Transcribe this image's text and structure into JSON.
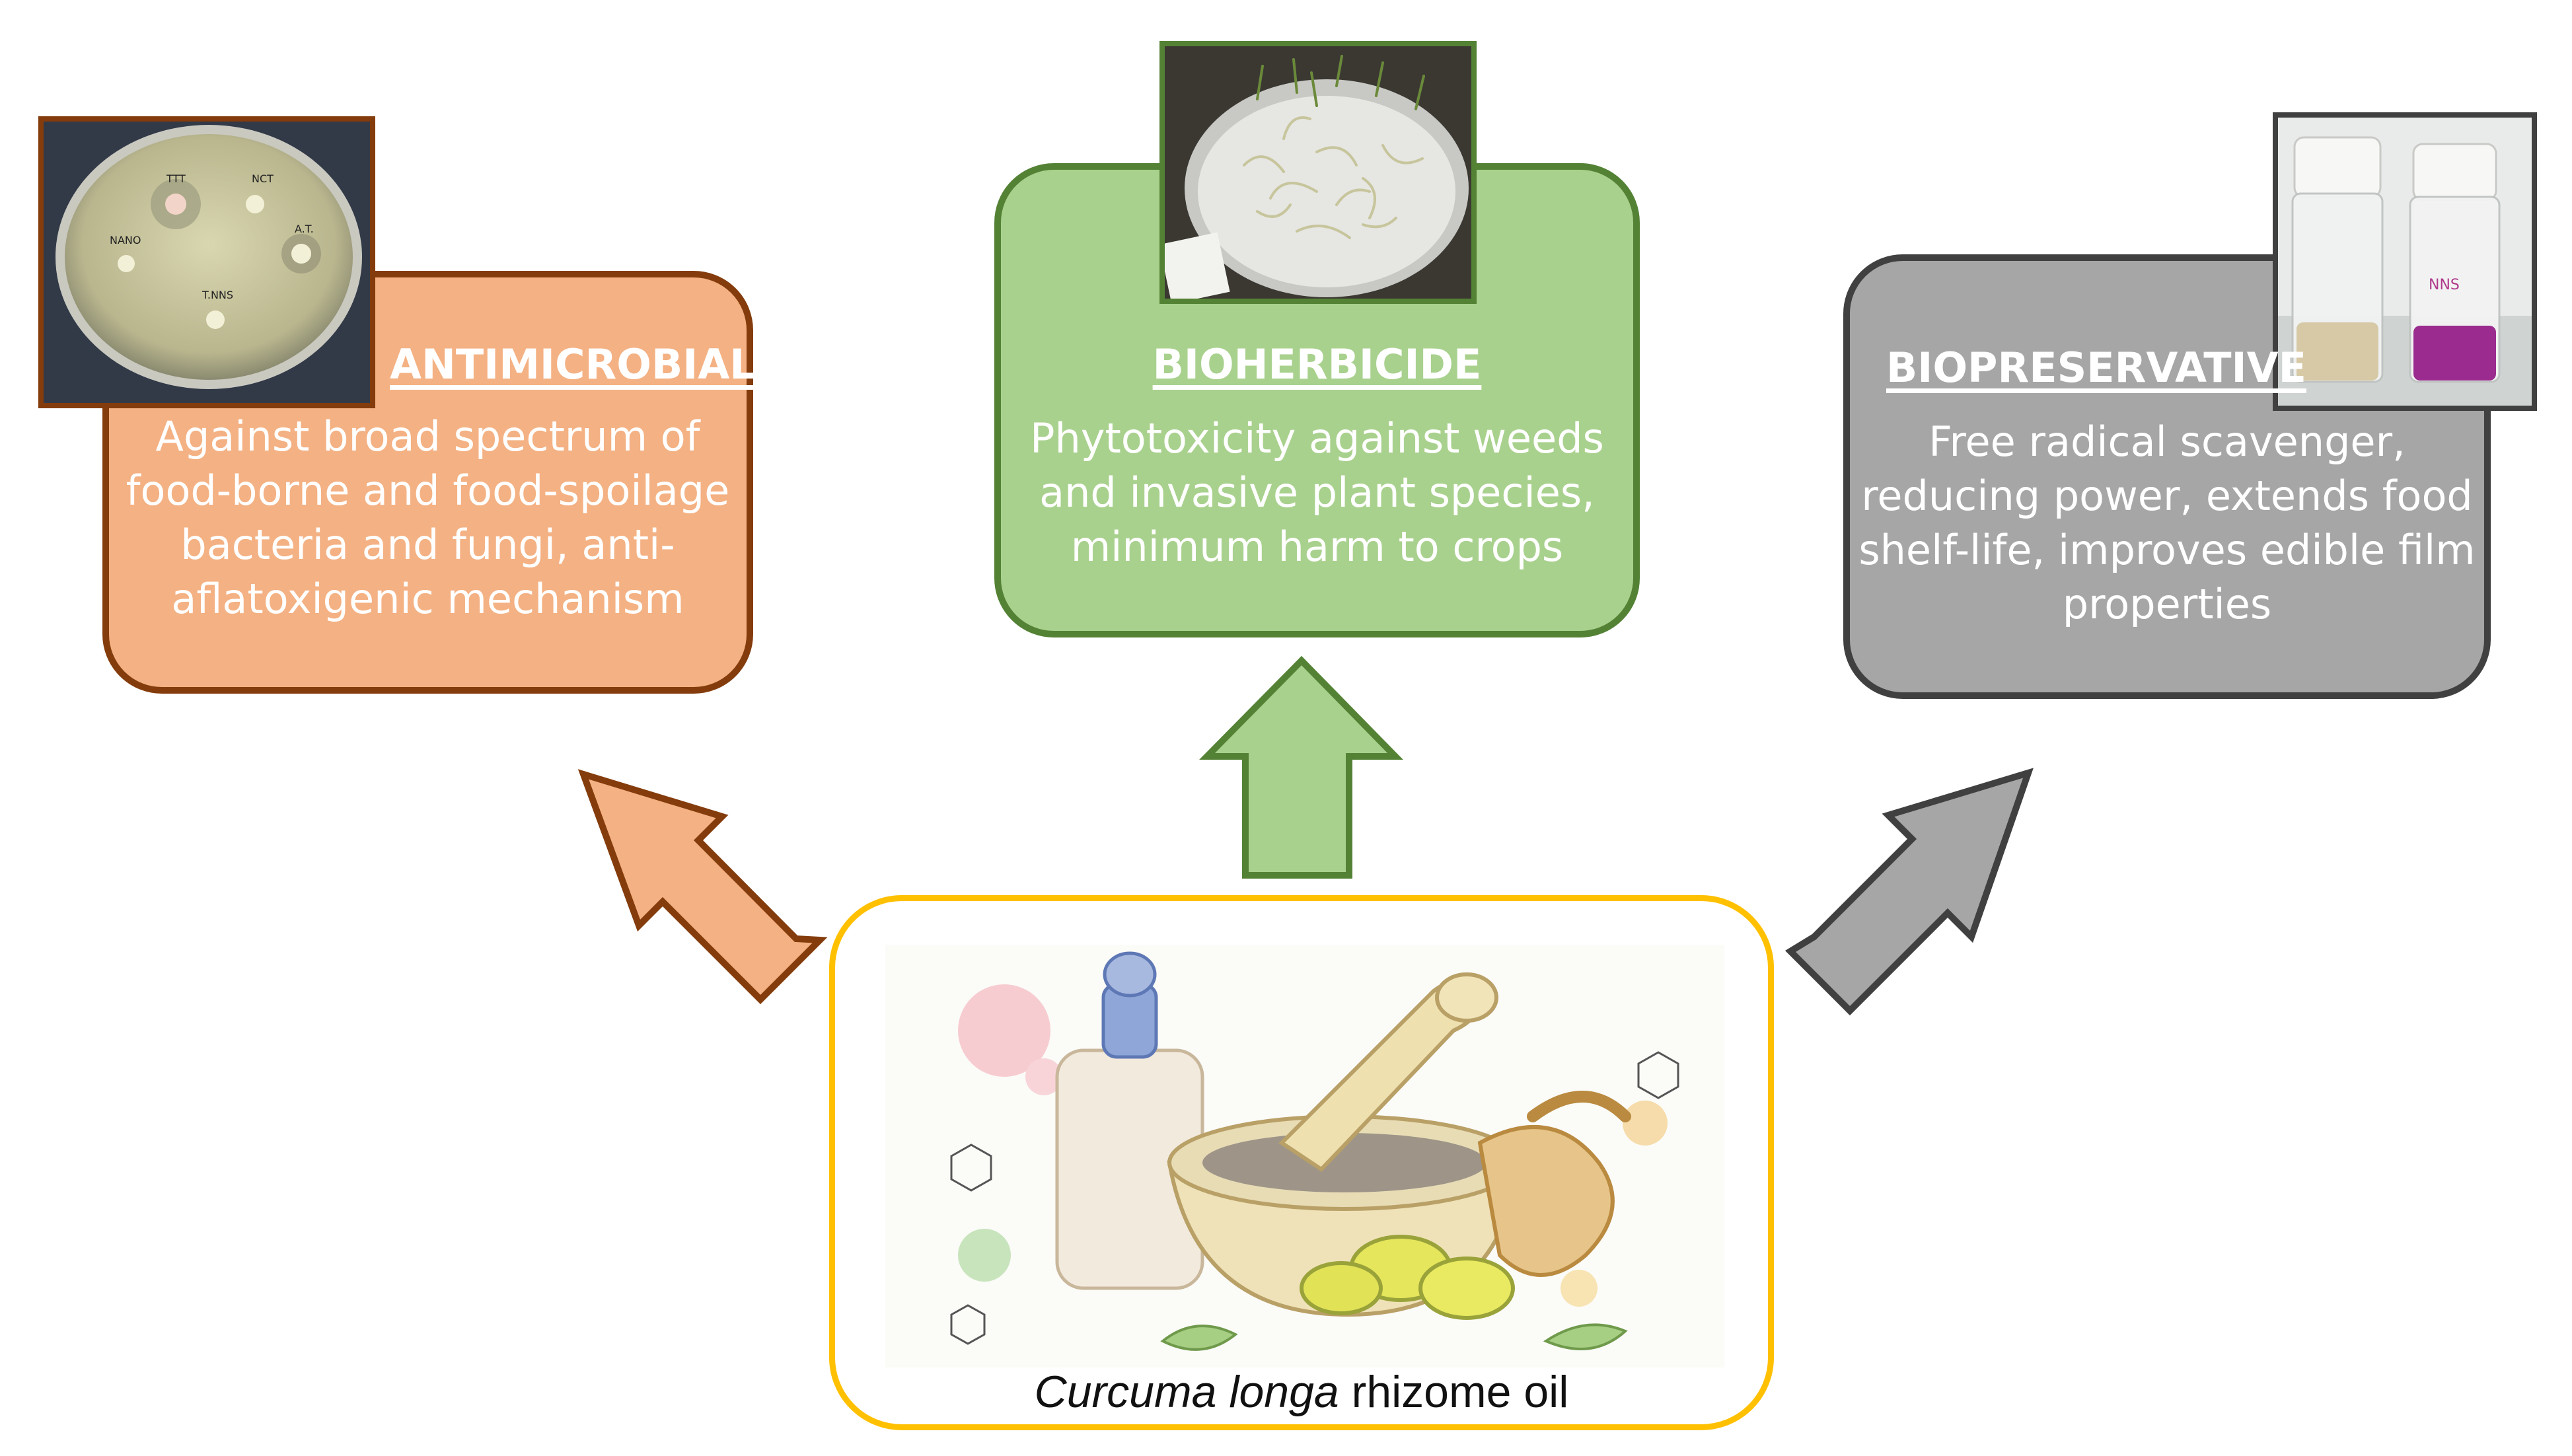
{
  "antimicrobial": {
    "title": "ANTIMICROBIAL",
    "description": "Against broad spectrum of food-borne and food-spoilage bacteria and fungi, anti-aflatoxigenic mechanism",
    "photo_labels": [
      "TTT",
      "NCT",
      "NANO",
      "A.T.",
      "T.NNS"
    ],
    "color_fill": "#f4b183",
    "color_border": "#843c0c"
  },
  "bioherbicide": {
    "title": "BIOHERBICIDE",
    "description": "Phytotoxicity against weeds and invasive plant species, minimum harm to crops",
    "color_fill": "#a9d18e",
    "color_border": "#548235"
  },
  "biopreservative": {
    "title": "BIOPRESERVATIVE",
    "description": "Free radical scavenger, reducing power, extends food shelf-life, improves edible film properties",
    "photo_labels": [
      "NNS"
    ],
    "color_fill": "#a6a6a6",
    "color_border": "#404040"
  },
  "source": {
    "caption_italic": "Curcuma longa",
    "caption_rest": " rhizome oil",
    "color_border": "#ffc000"
  }
}
